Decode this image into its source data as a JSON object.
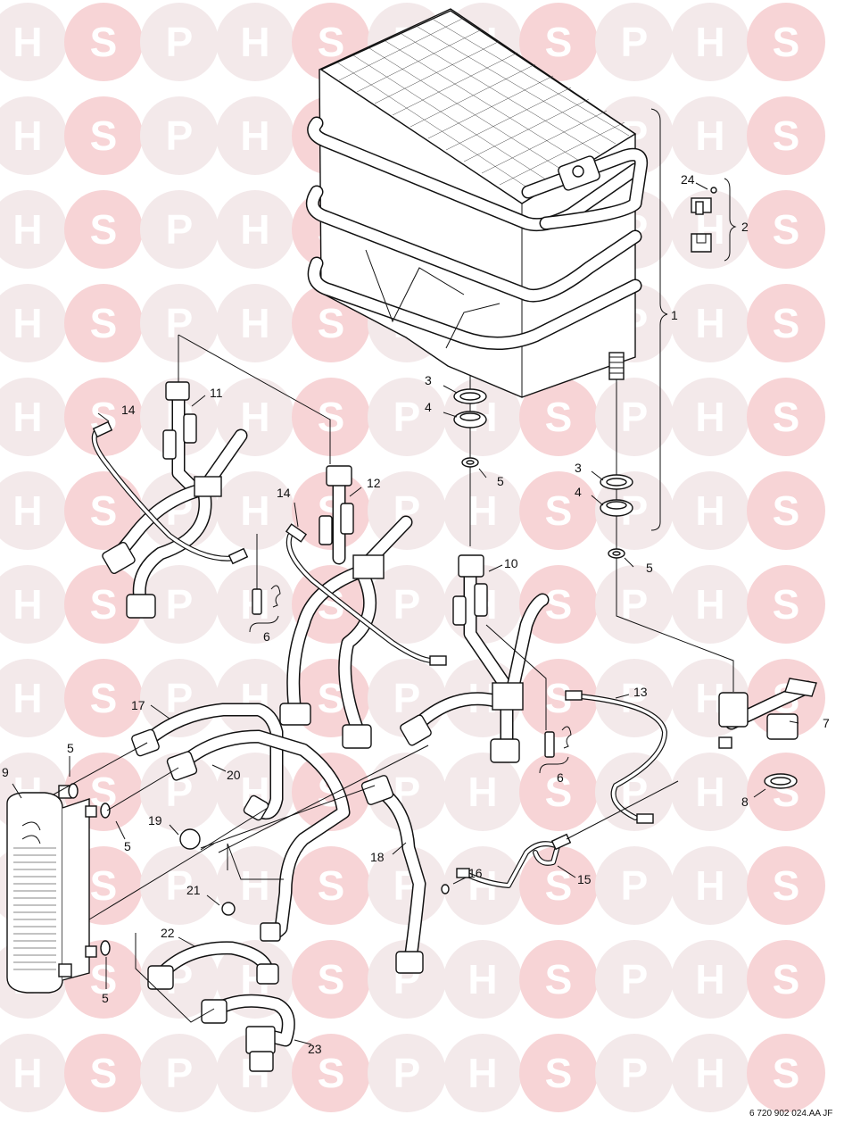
{
  "watermark": {
    "letters": [
      "H",
      "S",
      "P"
    ],
    "colors": {
      "H": "#f3e9ea",
      "S": "#f7d4d6",
      "P": "#f3e9ea",
      "letter": "#ffffff"
    }
  },
  "callouts": [
    {
      "id": "c1",
      "text": "1"
    },
    {
      "id": "c2",
      "text": "2"
    },
    {
      "id": "c3a",
      "text": "3"
    },
    {
      "id": "c3b",
      "text": "3"
    },
    {
      "id": "c4a",
      "text": "4"
    },
    {
      "id": "c4b",
      "text": "4"
    },
    {
      "id": "c5a",
      "text": "5"
    },
    {
      "id": "c5b",
      "text": "5"
    },
    {
      "id": "c5c",
      "text": "5"
    },
    {
      "id": "c5d",
      "text": "5"
    },
    {
      "id": "c5e",
      "text": "5"
    },
    {
      "id": "c6a",
      "text": "6"
    },
    {
      "id": "c6b",
      "text": "6"
    },
    {
      "id": "c7",
      "text": "7"
    },
    {
      "id": "c8",
      "text": "8"
    },
    {
      "id": "c9",
      "text": "9"
    },
    {
      "id": "c10",
      "text": "10"
    },
    {
      "id": "c11",
      "text": "11"
    },
    {
      "id": "c12",
      "text": "12"
    },
    {
      "id": "c13",
      "text": "13"
    },
    {
      "id": "c14a",
      "text": "14"
    },
    {
      "id": "c14b",
      "text": "14"
    },
    {
      "id": "c15",
      "text": "15"
    },
    {
      "id": "c16",
      "text": "16"
    },
    {
      "id": "c17",
      "text": "17"
    },
    {
      "id": "c18",
      "text": "18"
    },
    {
      "id": "c19",
      "text": "19"
    },
    {
      "id": "c20",
      "text": "20"
    },
    {
      "id": "c21",
      "text": "21"
    },
    {
      "id": "c22",
      "text": "22"
    },
    {
      "id": "c23",
      "text": "23"
    },
    {
      "id": "c24",
      "text": "24"
    }
  ],
  "reference": "6 720 902 024.AA  JF"
}
